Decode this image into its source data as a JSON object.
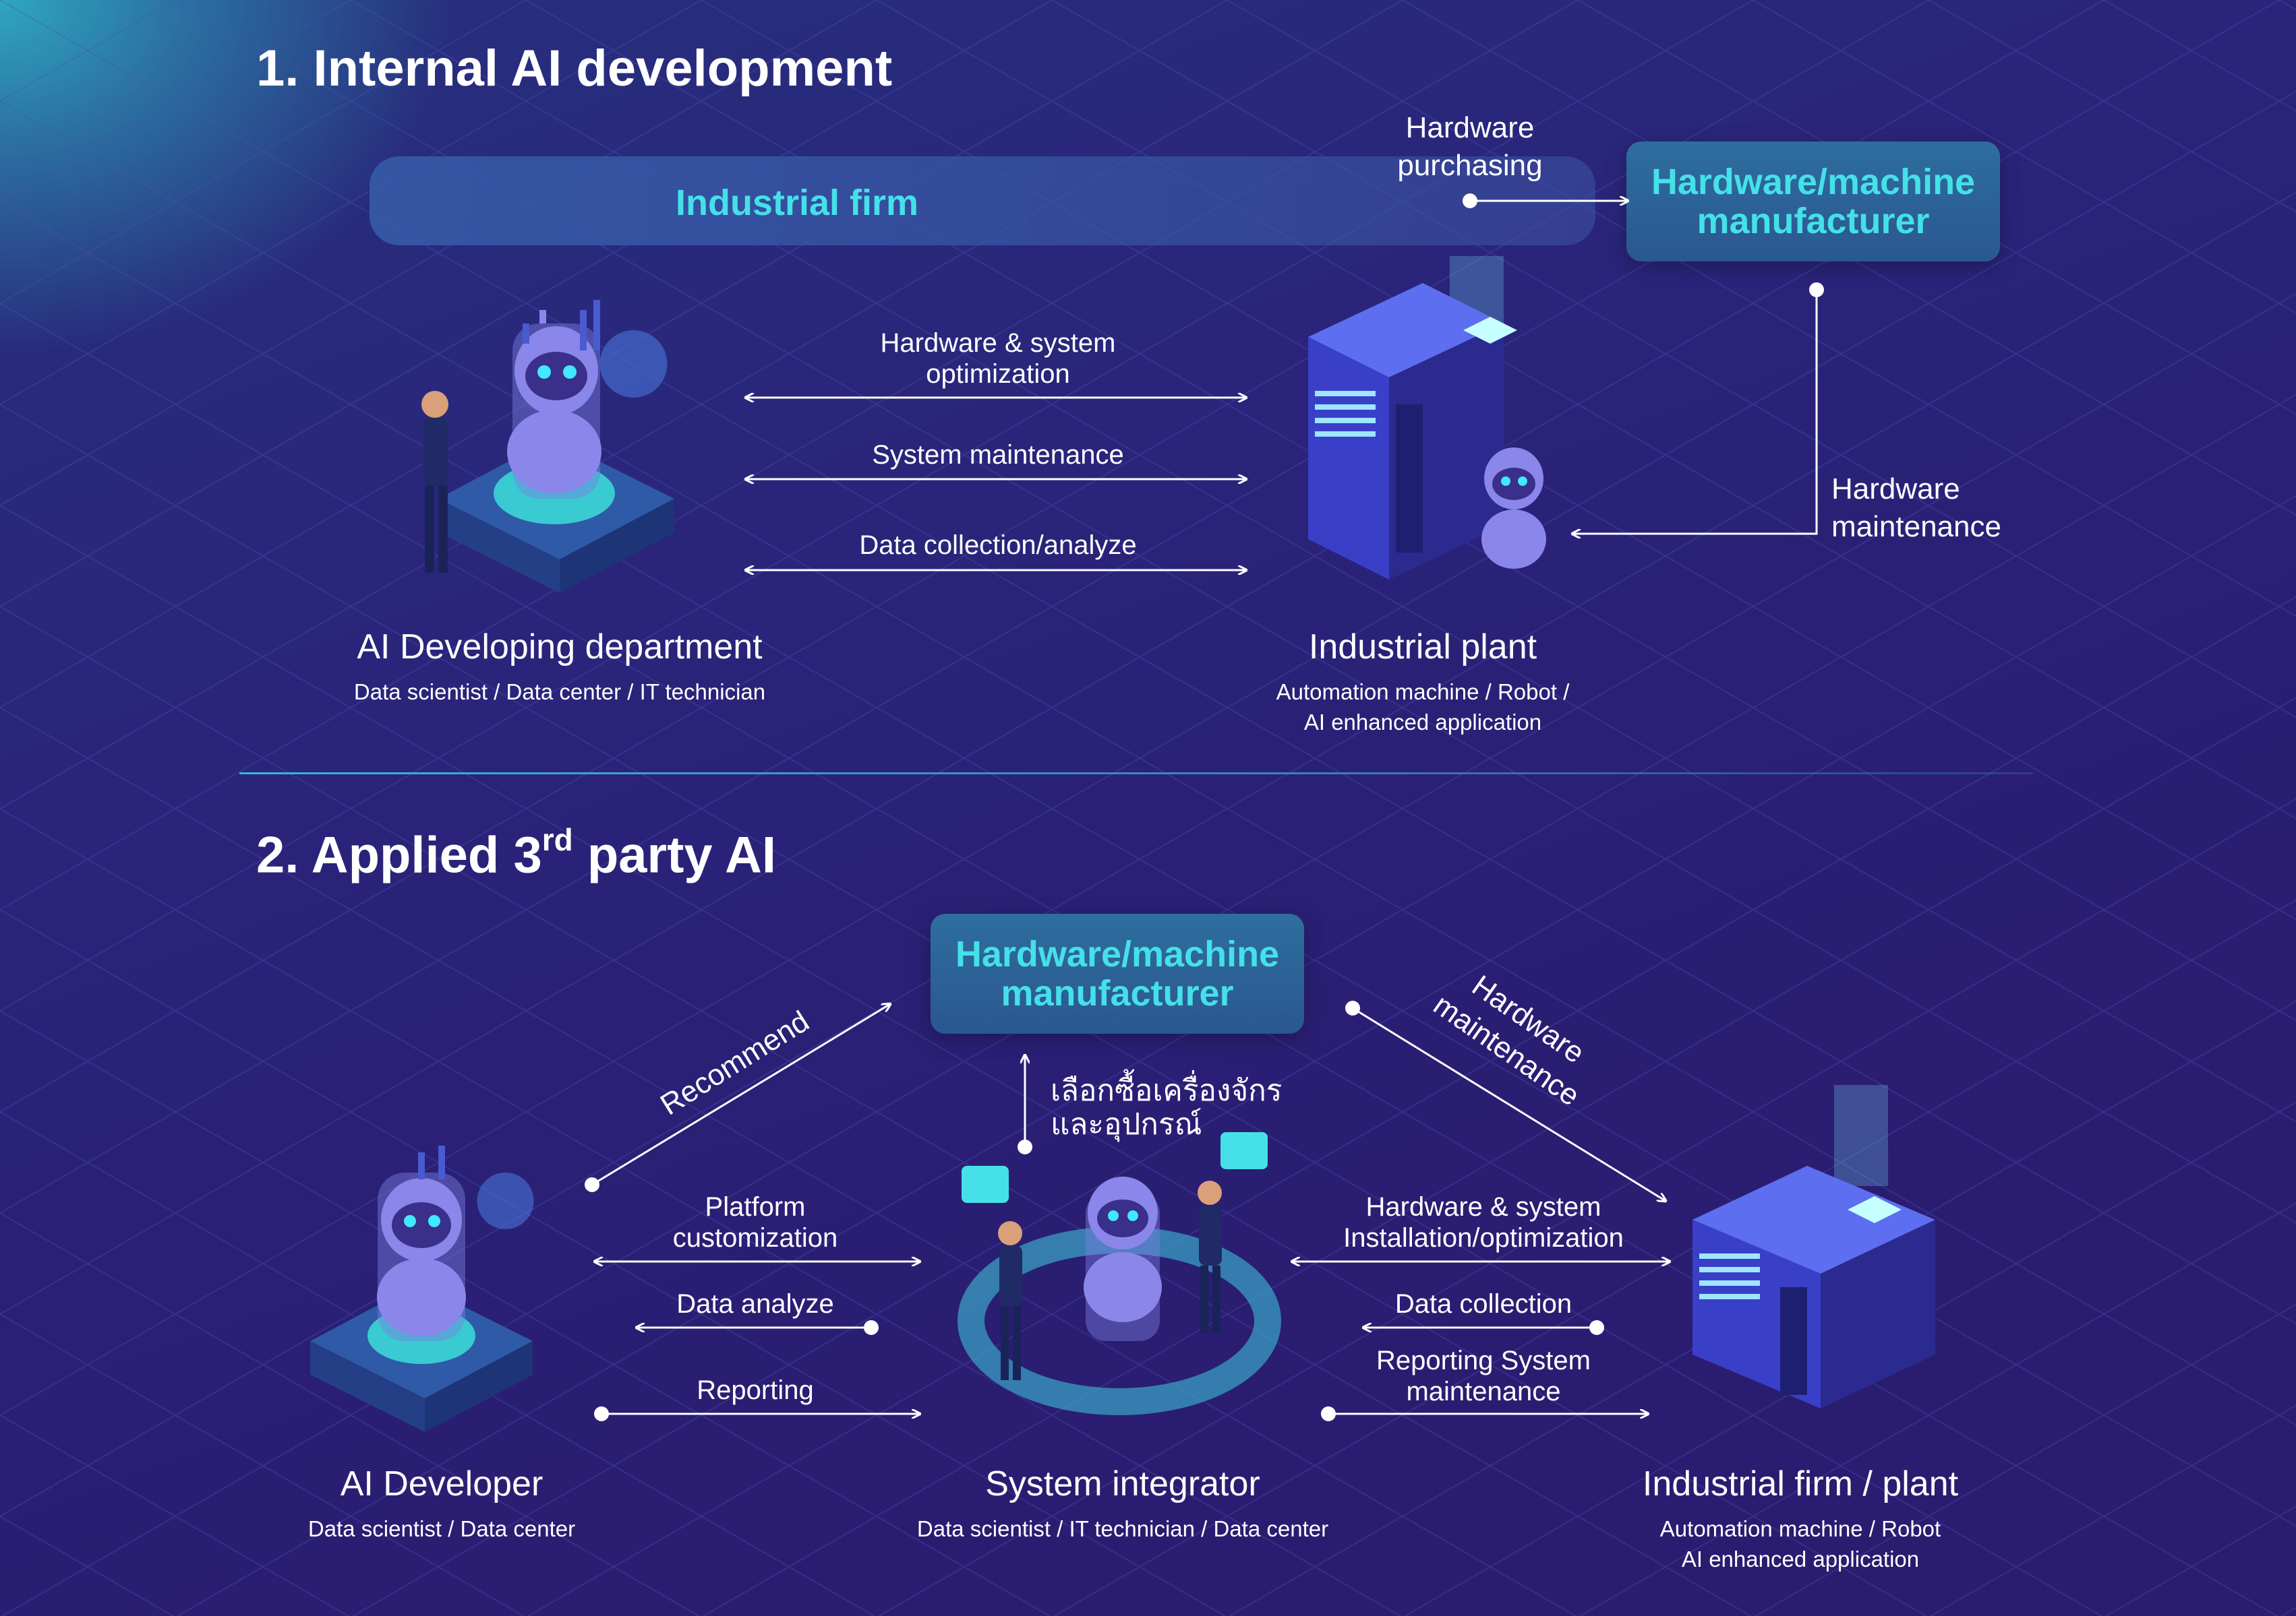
{
  "section1": {
    "title": "1. Internal AI development",
    "firm_label": "Industrial firm",
    "hw_box": "Hardware/machine\nmanufacturer",
    "hw_purchasing": "Hardware\npurchasing",
    "hw_maintenance": "Hardware\nmaintenance",
    "links": [
      "Hardware & system\noptimization",
      "System maintenance",
      "Data collection/analyze"
    ],
    "left_node": {
      "name": "AI Developing department",
      "sub": "Data scientist / Data center / IT technician"
    },
    "right_node": {
      "name": "Industrial plant",
      "sub": "Automation machine / Robot /\nAI enhanced application"
    }
  },
  "section2": {
    "title_main": "2. Applied 3",
    "title_sup": "rd",
    "title_tail": " party AI",
    "hw_box": "Hardware/machine\nmanufacturer",
    "recommend": "Recommend",
    "hw_maintenance": "Hardware\nmaintenance",
    "thai_label": "เลือกซื้อเครื่องจักร\nและอุปกรณ์",
    "left_links": [
      "Platform\ncustomization",
      "Data analyze",
      "Reporting"
    ],
    "right_links": [
      "Hardware & system\nInstallation/optimization",
      "Data collection",
      "Reporting System\nmaintenance"
    ],
    "nodes": [
      {
        "name": "AI Developer",
        "sub": "Data scientist / Data center"
      },
      {
        "name": "System integrator",
        "sub": "Data scientist / IT technician / Data center"
      },
      {
        "name": "Industrial firm / plant",
        "sub": "Automation machine / Robot\nAI enhanced application"
      }
    ]
  },
  "colors": {
    "accent": "#45e0e8",
    "background": "#2a1f74",
    "box": "#2b6394"
  }
}
